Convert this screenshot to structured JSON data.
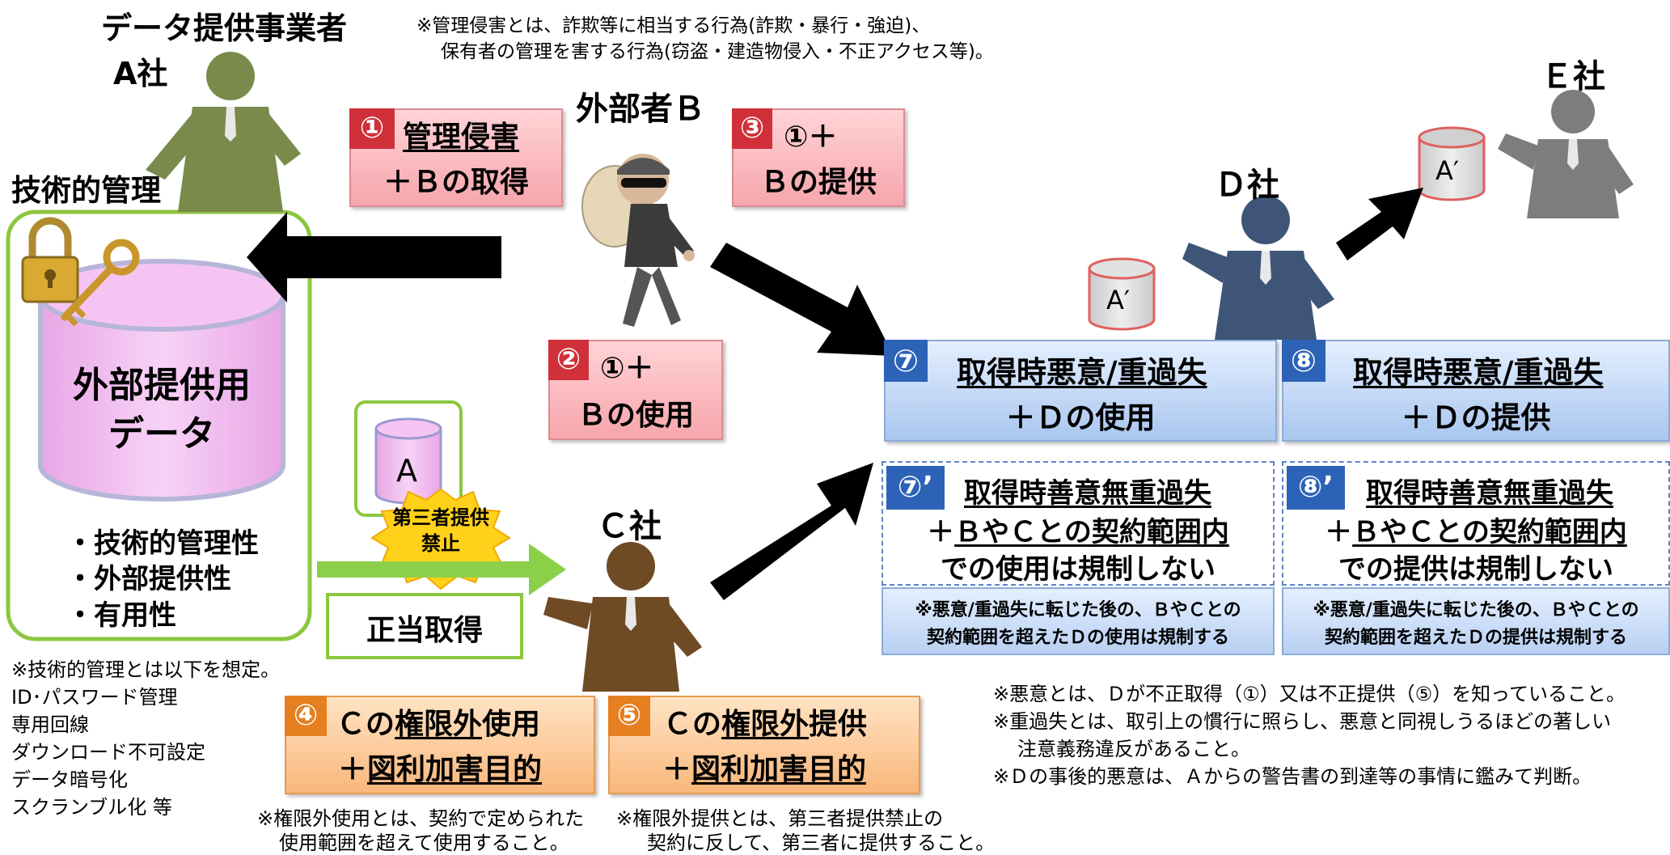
{
  "title_provider": "データ提供事業者",
  "company_a": "A社",
  "note_kanri": [
    "※管理侵害とは、詐欺等に相当する行為(詐欺・暴行・強迫)、",
    "保有者の管理を害する行為(窃盗・建造物侵入・不正アクセス等)。"
  ],
  "outsider_b": "外部者Ｂ",
  "company_e": "Ｅ社",
  "company_d": "Ｄ社",
  "company_c": "Ｃ社",
  "tech_mgmt_label": "技術的管理",
  "data_label": [
    "外部提供用",
    "データ"
  ],
  "properties": [
    "・技術的管理性",
    "・外部提供性",
    "・有用性"
  ],
  "tech_note": [
    "※技術的管理とは以下を想定。",
    "ID･パスワード管理",
    "専用回線",
    "ダウンロード不可設定",
    "データ暗号化",
    "スクランブル化 等"
  ],
  "small_db_a": "A",
  "no_third_party": [
    "第三者提供",
    "禁止"
  ],
  "legit_acquire": "正当取得",
  "cyl_a_prime": "A′",
  "box1": {
    "num": "①",
    "line1": "管理侵害",
    "line2": "＋Ｂの取得"
  },
  "box2": {
    "num": "②",
    "line1": "①＋",
    "line2": "Ｂの使用"
  },
  "box3": {
    "num": "③",
    "line1": "①＋",
    "line2": "Ｂの提供"
  },
  "box4": {
    "num": "④",
    "line1a": "Ｃの",
    "line1b": "権限外",
    "line1c": "使用",
    "line2a": "＋",
    "line2b": "図利加害目的"
  },
  "box5": {
    "num": "⑤",
    "line1a": "Ｃの",
    "line1b": "権限外",
    "line1c": "提供",
    "line2a": "＋",
    "line2b": "図利加害目的"
  },
  "note4": [
    "※権限外使用とは、契約で定められた",
    "使用範囲を超えて使用すること。"
  ],
  "note5": [
    "※権限外提供とは、第三者提供禁止の",
    "契約に反して、第三者に提供すること。"
  ],
  "box7": {
    "num": "⑦",
    "line1": "取得時悪意/重過失",
    "line2": "＋Ｄの使用"
  },
  "box8": {
    "num": "⑧",
    "line1": "取得時悪意/重過失",
    "line2": "＋Ｄの提供"
  },
  "box7p": {
    "num": "⑦’",
    "line1": "取得時善意無重過失",
    "line2a": "＋",
    "line2b": "ＢやＣとの契約範囲内",
    "line3": "での使用は規制しない"
  },
  "box8p": {
    "num": "⑧’",
    "line1": "取得時善意無重過失",
    "line2a": "＋",
    "line2b": "ＢやＣとの契約範囲内",
    "line3": "での提供は規制しない"
  },
  "sub7": [
    "※悪意/重過失に転じた後の、ＢやＣとの",
    "契約範囲を超えたＤの使用は規制する"
  ],
  "sub8": [
    "※悪意/重過失に転じた後の、ＢやＣとの",
    "契約範囲を超えたＤの提供は規制する"
  ],
  "bottom_notes": [
    "※悪意とは、Ｄが不正取得（①）又は不正提供（⑤）を知っていること。",
    "※重過失とは、取引上の慣行に照らし、悪意と同視しうるほどの著しい",
    "注意義務違反があること。",
    "※Ｄの事後的悪意は、Ａからの警告書の到達等の事情に鑑みて判断。"
  ],
  "colors": {
    "person_green": "#7a8a4a",
    "person_brown": "#6e4a25",
    "person_navy": "#3e5578",
    "person_gray": "#7d7d7d",
    "frame_green": "#8cc63f",
    "db_pink": "#f3bff0",
    "red_tag": "#d0303a",
    "orange_tag": "#e57f20",
    "blue_tag": "#2c63b7",
    "starburst": "#ffd11a"
  }
}
